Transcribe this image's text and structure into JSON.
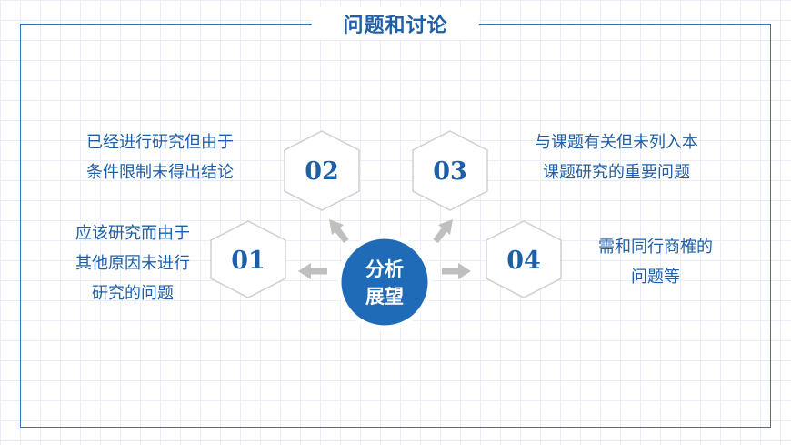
{
  "page": {
    "title": "问题和讨论"
  },
  "center": {
    "lines": [
      "分析",
      "展望"
    ]
  },
  "items": [
    {
      "number": "01",
      "lines": [
        "应该研究而由于",
        "其他原因未进行",
        "研究的问题"
      ]
    },
    {
      "number": "02",
      "lines": [
        "已经进行研究但由于",
        "条件限制未得出结论"
      ]
    },
    {
      "number": "03",
      "lines": [
        "与课题有关但未列入本",
        "课题研究的重要问题"
      ]
    },
    {
      "number": "04",
      "lines": [
        "需和同行商榷的",
        "问题等"
      ]
    }
  ],
  "colors": {
    "accent": "#1f5fa8",
    "frame": "#2f78c1",
    "arrow": "#bfbfbf",
    "hex_border": "#cfcfcf"
  }
}
